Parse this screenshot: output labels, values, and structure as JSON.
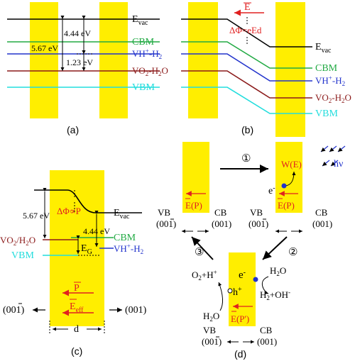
{
  "colors": {
    "yellow": "#ffee00",
    "black": "#000000",
    "green": "#22aa44",
    "blue": "#2233cc",
    "maroon": "#8b1a1a",
    "cyan": "#22dddd",
    "red": "#e02020"
  },
  "panel_a": {
    "caption": "(a)",
    "evac": "E",
    "evac_sub": "vac",
    "cbm": "CBM",
    "vh": "VH",
    "vh_sup": "+",
    "vh_rest": "-H",
    "vh_sub2": "2",
    "vo": "VO",
    "vo_sub": "2",
    "vo_rest": "-H",
    "vo_sub2": "2",
    "vo_end": "O",
    "vbm": "VBM",
    "gap_444": "4.44 eV",
    "gap_567": "5.67 eV",
    "gap_123": "1.23 eV"
  },
  "panel_b": {
    "caption": "(b)",
    "field": "E",
    "delta_phi": "ΔΦ=eEd",
    "evac": "E",
    "evac_sub": "vac",
    "cbm": "CBM",
    "vh": "VH",
    "vh_sup": "+",
    "vh_rest": "-H",
    "vh_sub2": "2",
    "vo": "VO",
    "vo_sub": "2",
    "vo_rest": "-H",
    "vo_sub2": "2",
    "vo_end": "O",
    "vbm": "VBM"
  },
  "panel_c": {
    "caption": "(c)",
    "delta_phi": "ΔΦ∝P",
    "evac": "E",
    "evac_sub": "vac",
    "gap_567": "5.67 eV",
    "gap_444": "4.44 eV",
    "eg": "E",
    "eg_sub": "G",
    "cbm": "CBM",
    "vh": "VH",
    "vh_sup": "+",
    "vh_rest": "-H",
    "vh_sub2": "2",
    "vo": "VO",
    "vo_sub": "2",
    "vo_rest": "/H",
    "vo_sub2": "2",
    "vo_end": "O",
    "vbm": "VBM",
    "p_label": "P",
    "eeff": "E",
    "eeff_sub": "eff",
    "left_face": "(001)",
    "right_face": "(001)",
    "d_label": "d"
  },
  "panel_d": {
    "caption": "(d)",
    "step1": "①",
    "step2": "②",
    "step3": "③",
    "we": "W(E)",
    "hv": "hν",
    "e_minus": "e",
    "ep": "E(P)",
    "ep2": "E(P)",
    "ep_prime": "E(P')",
    "vb": "VB",
    "cb": "CB",
    "face_left": "(001)",
    "face_right": "(001)",
    "h2o_a": "H",
    "h2o_b": "2",
    "h2o_c": "O",
    "h2oh": "H",
    "h2oh_2": "2",
    "h2oh_plus": "+OH",
    "o2h": "O",
    "o2h_2": "2",
    "o2h_plus": "+H",
    "h_plus": "h"
  }
}
